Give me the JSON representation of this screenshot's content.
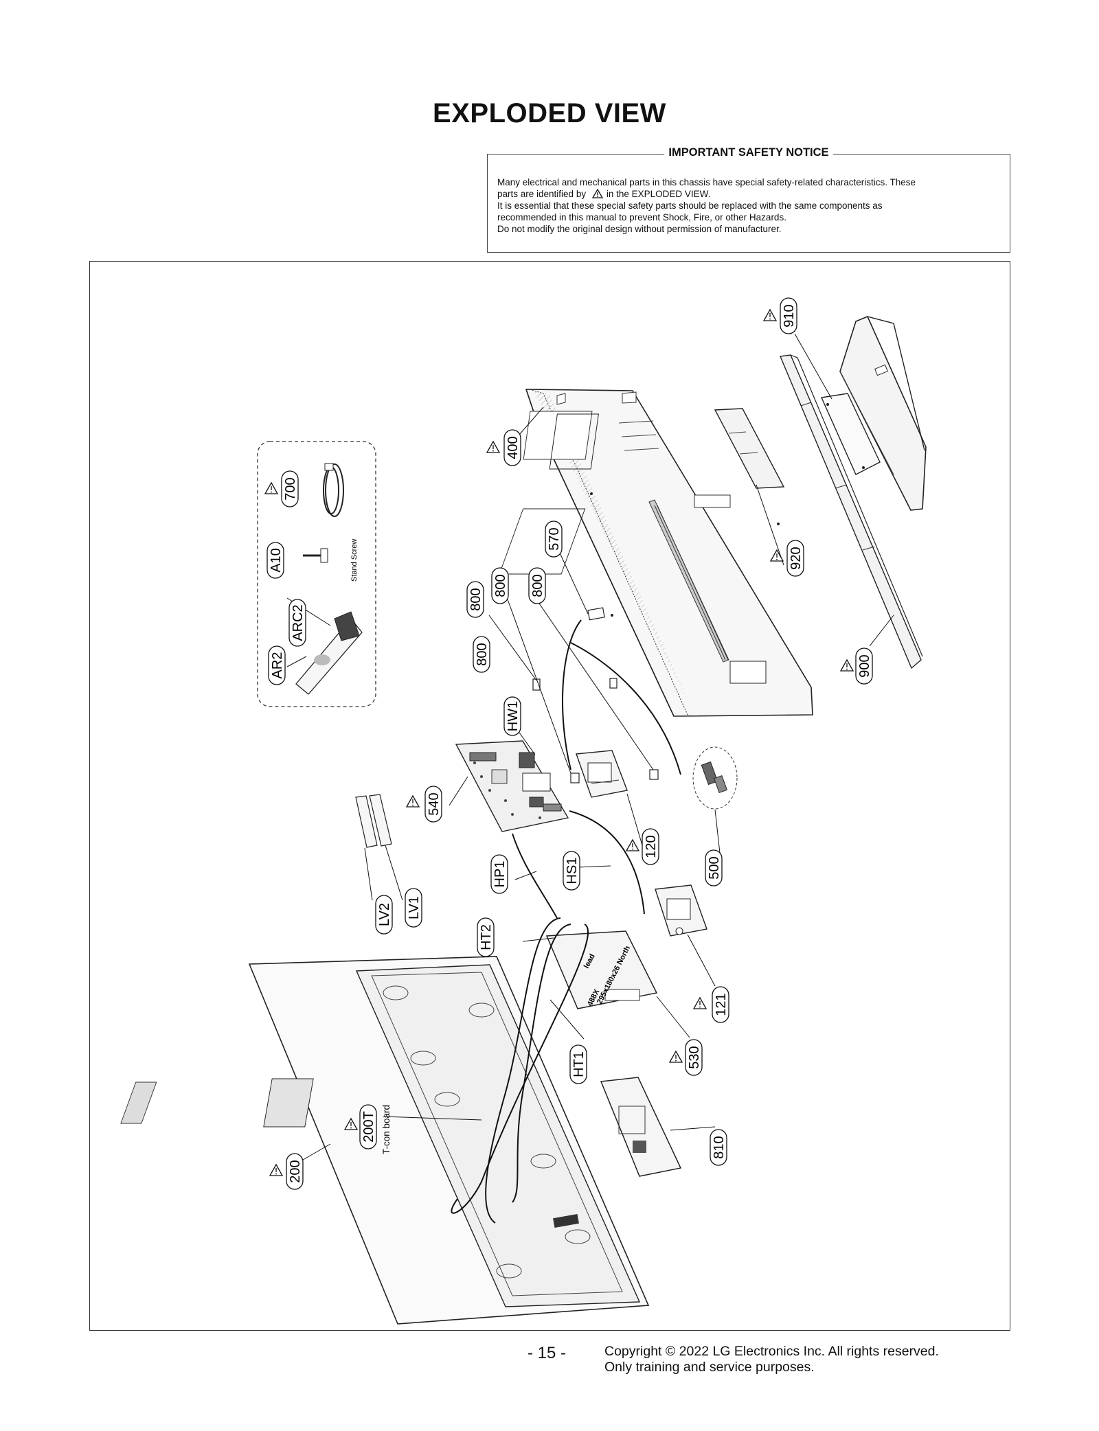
{
  "title": "EXPLODED VIEW",
  "safety_notice": {
    "heading": "IMPORTANT SAFETY NOTICE",
    "line1": "Many electrical and mechanical parts in this chassis have special safety-related characteristics. These",
    "line2_before": "parts are identified by",
    "line2_after": "in the EXPLODED VIEW.",
    "line3": "It is essential that these special safety parts should be replaced with the same components as",
    "line4": "recommended in this manual to prevent Shock, Fire, or other Hazards.",
    "line5": "Do not modify the original design without permission of manufacturer."
  },
  "accessories": {
    "stand_screw_label": "Stand Screw"
  },
  "parts": {
    "p910": "910",
    "p400": "400",
    "p700": "700",
    "pA10": "A10",
    "pARC2": "ARC2",
    "pAR2": "AR2",
    "p570": "570",
    "p800a": "800",
    "p800b": "800",
    "p800c": "800",
    "p800d": "800",
    "p920": "920",
    "p900": "900",
    "pHW1": "HW1",
    "p540": "540",
    "p120": "120",
    "p500": "500",
    "pHS1": "HS1",
    "pHP1": "HP1",
    "pLV2": "LV2",
    "pLV1": "LV1",
    "pHT2": "HT2",
    "p121": "121",
    "pHT1": "HT1",
    "p530": "530",
    "p200T": "200T",
    "p200": "200",
    "p810": "810"
  },
  "tcon_label": "T-con board",
  "pcb_text_1": "488X",
  "pcb_text_2": "295x180x26 North",
  "pcb_text_3": "lead",
  "footer": {
    "page_number": "- 15 -",
    "copyright": "Copyright © 2022 LG Electronics Inc. All rights reserved.",
    "purpose": "Only training and service purposes."
  }
}
